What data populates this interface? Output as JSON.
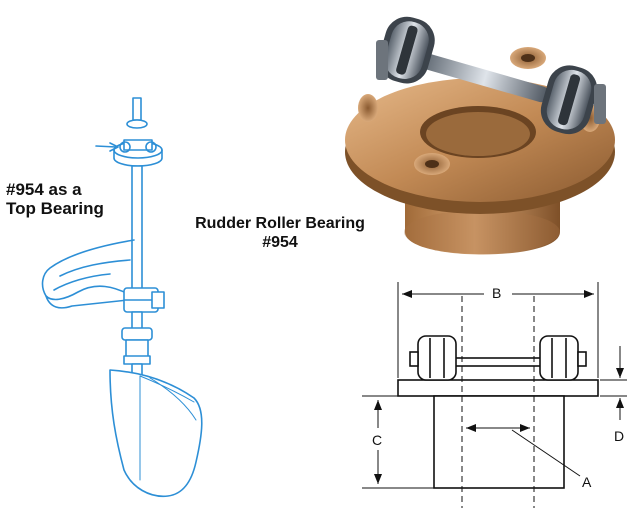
{
  "labels": {
    "top_bearing_line1": "#954 as a",
    "top_bearing_line2": "Top Bearing",
    "roller_line1": "Rudder Roller Bearing",
    "roller_line2": "#954"
  },
  "dimensions": {
    "a": "A",
    "b": "B",
    "c": "C",
    "d": "D"
  },
  "colors": {
    "sketch_blue": "#2d8fd6",
    "bronze": "#c28a55",
    "steel": "#9aa3ad",
    "ink": "#111111"
  }
}
